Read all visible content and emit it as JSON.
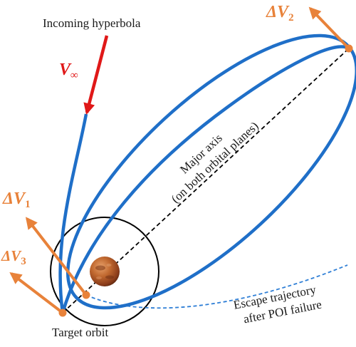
{
  "labels": {
    "incoming": "Incoming hyperbola",
    "v_symbol": "V",
    "v_subscript": "∞",
    "delta_v1_main": "ΔV",
    "delta_v1_sub": "1",
    "delta_v2_main": "ΔV",
    "delta_v2_sub": "2",
    "delta_v3_main": "ΔV",
    "delta_v3_sub": "3",
    "major_axis_line1": "Major axis",
    "major_axis_line2": "(on both orbital planes)",
    "escape_line1": "Escape trajectory",
    "escape_line2": "after POI failure",
    "target_orbit": "Target orbit"
  },
  "colors": {
    "orbit_blue": "#1f6fc8",
    "escape_blue": "#2f7fd6",
    "delta_v_orange": "#e8823a",
    "v_inf_red": "#e01818",
    "axis_black": "#000000",
    "planet": "#b5582a"
  },
  "icons": {
    "planet": "mars-planet-icon"
  }
}
